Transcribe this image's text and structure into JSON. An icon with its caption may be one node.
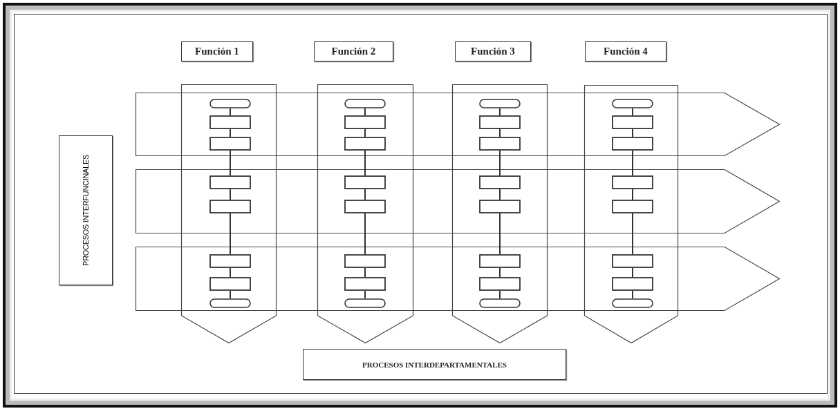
{
  "diagram": {
    "nodes": [
      {
        "text": [
          "Función 1"
        ]
      },
      {
        "text": [
          "Función 2"
        ]
      },
      {
        "text": [
          "Función 3"
        ]
      },
      {
        "text": [
          "Función 4"
        ]
      },
      {
        "text": [
          "PROCESOS INTERFUNCINALES"
        ]
      },
      {
        "text": [],
        "shape": "oval"
      },
      {
        "text": [],
        "shape": "box"
      },
      {
        "text": [],
        "shape": "box"
      },
      {
        "text": [],
        "shape": "box"
      },
      {
        "text": [],
        "shape": "box"
      },
      {
        "text": [],
        "shape": "box"
      },
      {
        "text": [],
        "shape": "box"
      },
      {
        "text": [],
        "shape": "oval"
      },
      {
        "text": [],
        "shape": "oval"
      },
      {
        "text": [],
        "shape": "box"
      },
      {
        "text": [],
        "shape": "box"
      },
      {
        "text": [],
        "shape": "box"
      },
      {
        "text": [],
        "shape": "box"
      },
      {
        "text": [],
        "shape": "box"
      },
      {
        "text": [],
        "shape": "box"
      },
      {
        "text": [],
        "shape": "oval"
      },
      {
        "text": [],
        "shape": "oval"
      },
      {
        "text": [],
        "shape": "box"
      },
      {
        "text": [],
        "shape": "box"
      },
      {
        "text": [],
        "shape": "box"
      },
      {
        "text": [],
        "shape": "box"
      },
      {
        "text": [],
        "shape": "box"
      },
      {
        "text": [],
        "shape": "box"
      },
      {
        "text": [],
        "shape": "oval"
      },
      {
        "text": [],
        "shape": "oval"
      },
      {
        "text": [],
        "shape": "box"
      },
      {
        "text": [],
        "shape": "box"
      },
      {
        "text": [],
        "shape": "box"
      },
      {
        "text": [],
        "shape": "box"
      },
      {
        "text": [],
        "shape": "box"
      },
      {
        "text": [],
        "shape": "box"
      },
      {
        "text": [],
        "shape": "oval"
      },
      {
        "text": [
          "PROCESOS INTERDEPARTAMENTALES"
        ]
      }
    ],
    "edges": [
      {
        "from": 5,
        "to": 6,
        "arrow": "none"
      },
      {
        "from": 6,
        "to": 7,
        "arrow": "none"
      },
      {
        "from": 7,
        "to": 8,
        "arrow": "none"
      },
      {
        "from": 8,
        "to": 9,
        "arrow": "none"
      },
      {
        "from": 9,
        "to": 10,
        "arrow": "none"
      },
      {
        "from": 10,
        "to": 11,
        "arrow": "none"
      },
      {
        "from": 11,
        "to": 12,
        "arrow": "none"
      },
      {
        "from": 13,
        "to": 14,
        "arrow": "none"
      },
      {
        "from": 14,
        "to": 15,
        "arrow": "none"
      },
      {
        "from": 15,
        "to": 16,
        "arrow": "none"
      },
      {
        "from": 16,
        "to": 17,
        "arrow": "none"
      },
      {
        "from": 17,
        "to": 18,
        "arrow": "none"
      },
      {
        "from": 18,
        "to": 19,
        "arrow": "none"
      },
      {
        "from": 19,
        "to": 20,
        "arrow": "none"
      },
      {
        "from": 21,
        "to": 22,
        "arrow": "none"
      },
      {
        "from": 22,
        "to": 23,
        "arrow": "none"
      },
      {
        "from": 23,
        "to": 24,
        "arrow": "none"
      },
      {
        "from": 24,
        "to": 25,
        "arrow": "none"
      },
      {
        "from": 25,
        "to": 26,
        "arrow": "none"
      },
      {
        "from": 26,
        "to": 27,
        "arrow": "none"
      },
      {
        "from": 27,
        "to": 28,
        "arrow": "none"
      },
      {
        "from": 29,
        "to": 30,
        "arrow": "none"
      },
      {
        "from": 30,
        "to": 31,
        "arrow": "none"
      },
      {
        "from": 31,
        "to": 32,
        "arrow": "none"
      },
      {
        "from": 32,
        "to": 33,
        "arrow": "none"
      },
      {
        "from": 33,
        "to": 34,
        "arrow": "none"
      },
      {
        "from": 34,
        "to": 35,
        "arrow": "none"
      },
      {
        "from": 35,
        "to": 36,
        "arrow": "none"
      }
    ]
  }
}
